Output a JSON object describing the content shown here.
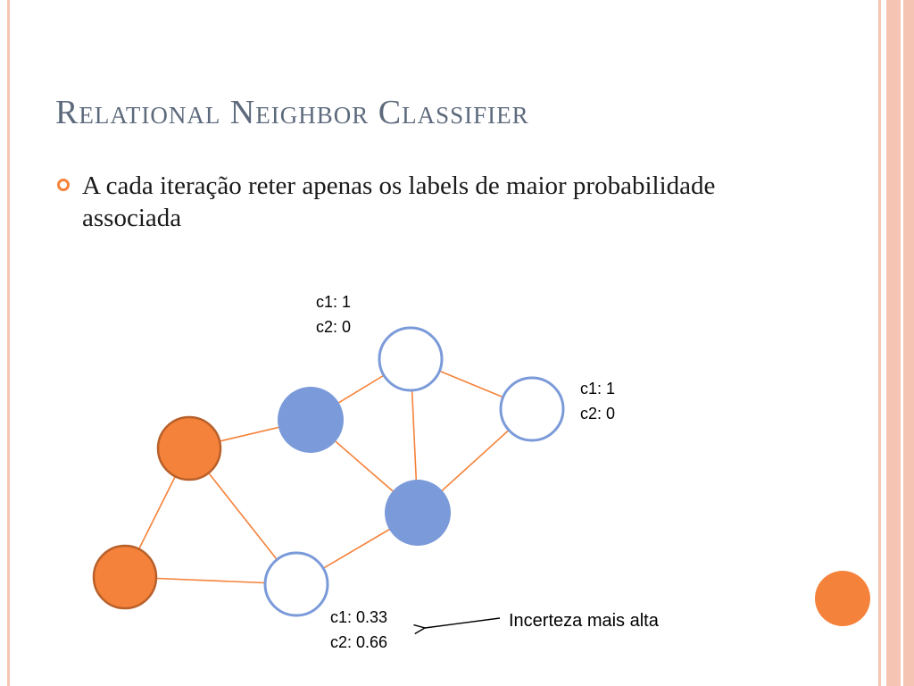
{
  "slide": {
    "title": "Relational Neighbor Classifier",
    "bullet": "A cada iteração reter apenas os labels de maior probabilidade associada"
  },
  "graph": {
    "nodes": [
      {
        "id": "top-white",
        "fill": "#ffffff",
        "labels": [
          "c1: 1",
          "c2: 0"
        ]
      },
      {
        "id": "right-white",
        "fill": "#ffffff",
        "labels": [
          "c1: 1",
          "c2: 0"
        ]
      },
      {
        "id": "upper-blue",
        "fill": "#7b9ad9",
        "labels": []
      },
      {
        "id": "center-blue",
        "fill": "#7b9ad9",
        "labels": []
      },
      {
        "id": "upper-orange",
        "fill": "#f5823a",
        "labels": []
      },
      {
        "id": "lower-orange",
        "fill": "#f5823a",
        "labels": []
      },
      {
        "id": "bottom-white",
        "fill": "#ffffff",
        "labels": [
          "c1: 0.33",
          "c2: 0.66"
        ]
      }
    ],
    "edges": [
      [
        "upper-blue",
        "top-white"
      ],
      [
        "top-white",
        "right-white"
      ],
      [
        "top-white",
        "center-blue"
      ],
      [
        "upper-blue",
        "center-blue"
      ],
      [
        "right-white",
        "center-blue"
      ],
      [
        "upper-orange",
        "upper-blue"
      ],
      [
        "upper-orange",
        "lower-orange"
      ],
      [
        "upper-orange",
        "bottom-white"
      ],
      [
        "lower-orange",
        "bottom-white"
      ],
      [
        "bottom-white",
        "center-blue"
      ]
    ],
    "annotation": "Incerteza mais alta"
  },
  "colors": {
    "title": "#5d6a7c",
    "accent": "#f5823a",
    "edge": "#f5823a",
    "blue_node": "#7b9ad9",
    "white_node_border": "#7b9ad9",
    "orange_node_border": "#b8602a",
    "frame": "#f6c4b3"
  },
  "decorations": {
    "corner_dot_fill": "#f5823a"
  }
}
